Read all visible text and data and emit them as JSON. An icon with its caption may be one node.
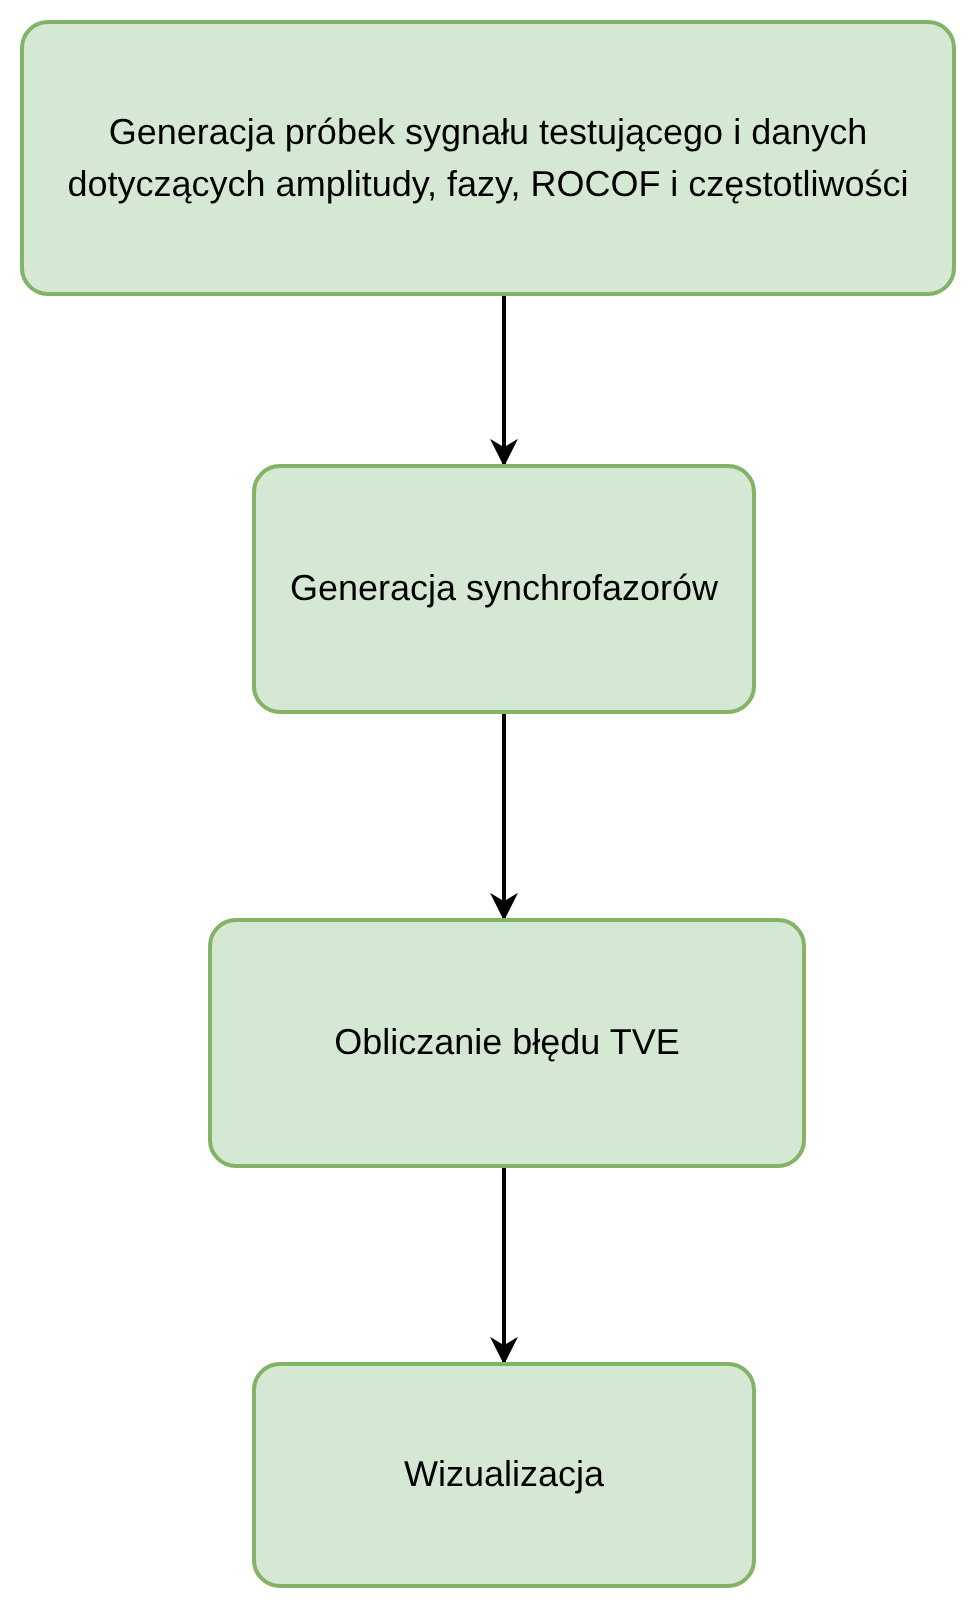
{
  "diagram": {
    "nodes": [
      {
        "text": [
          "Generacja próbek sygnału testującego i danych dotyczących amplitudy, fazy, ROCOF i częstotliwości"
        ]
      },
      {
        "text": [
          "Generacja synchrofazorów"
        ]
      },
      {
        "text": [
          "Obliczanie błędu TVE"
        ]
      },
      {
        "text": [
          "Wizualizacja"
        ]
      }
    ],
    "edges": [
      {
        "from": 0,
        "to": 1,
        "arrow": "to"
      },
      {
        "from": 1,
        "to": 2,
        "arrow": "to"
      },
      {
        "from": 2,
        "to": 3,
        "arrow": "to"
      }
    ]
  }
}
